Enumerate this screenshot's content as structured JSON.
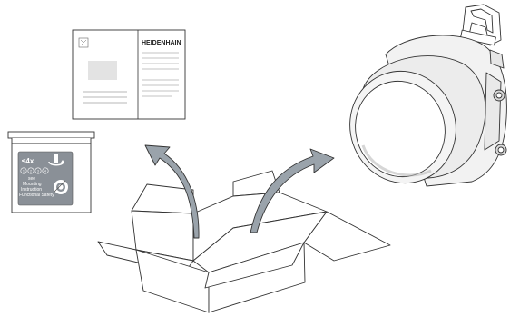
{
  "manual": {
    "brand": "HEIDENHAIN"
  },
  "label_card": {
    "torque": "≤4x",
    "circles": [
      "1",
      "2",
      "3",
      "4"
    ],
    "text_lines": [
      "see",
      "Mounting",
      "Instruction",
      "Functional Safety"
    ]
  },
  "colors": {
    "arrow_fill": "#9aa3ab",
    "label_bg": "#8a9097",
    "line": "#333333",
    "page_text": "#c8c8c8"
  }
}
